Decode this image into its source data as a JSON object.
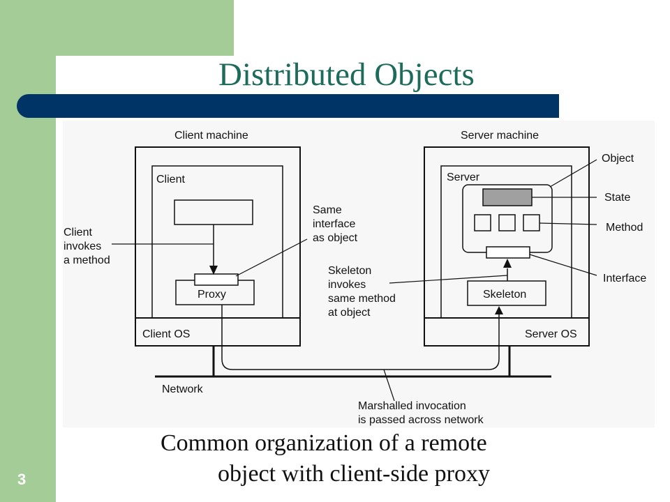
{
  "slide": {
    "title": "Distributed Objects",
    "number": "3",
    "caption_lines": [
      "Common organization of a remote",
      "object with client-side proxy"
    ]
  },
  "diagram": {
    "client_machine_label": "Client machine",
    "server_machine_label": "Server machine",
    "client_label": "Client",
    "server_label": "Server",
    "client_os_label": "Client OS",
    "server_os_label": "Server OS",
    "proxy_label": "Proxy",
    "skeleton_label": "Skeleton",
    "network_label": "Network",
    "annotations": {
      "client_invokes": [
        "Client",
        "invokes",
        "a method"
      ],
      "same_interface": [
        "Same",
        "interface",
        "as object"
      ],
      "skeleton_invokes": [
        "Skeleton",
        "invokes",
        "same method",
        "at object"
      ],
      "marshalled": [
        "Marshalled invocation",
        "is passed across network"
      ],
      "object": "Object",
      "state": "State",
      "method": "Method",
      "interface": "Interface"
    }
  },
  "colors": {
    "green_band": "#a3cc97",
    "title_bar": "#003366",
    "title_text": "#1d6b5a",
    "state_fill": "#a0a0a0"
  }
}
